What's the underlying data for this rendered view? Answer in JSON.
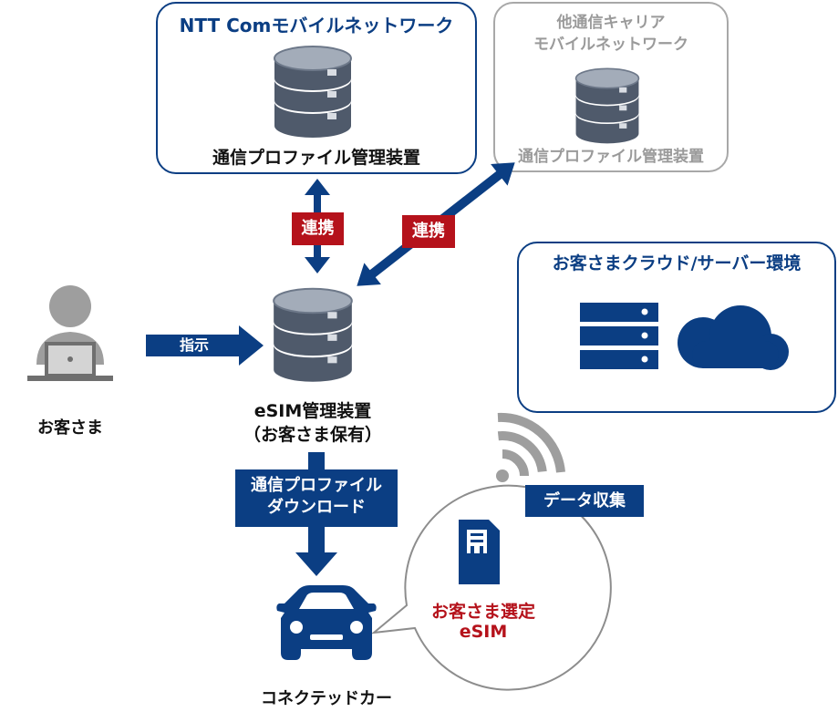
{
  "colors": {
    "navy": "#0b3e83",
    "db_dark": "#4f5a6b",
    "db_light": "#6d7889",
    "db_top": "#9aa4b3",
    "gray": "#8d8d8d",
    "gray_text": "#9a9a9a",
    "red": "#b5121b",
    "person": "#9e9e9e"
  },
  "ntt_network": {
    "title": "NTT Comモバイルネットワーク",
    "device_label": "通信プロファイル管理装置",
    "icon": "database-icon"
  },
  "other_carrier": {
    "title_line1": "他通信キャリア",
    "title_line2": "モバイルネットワーク",
    "device_label": "通信プロファイル管理装置",
    "icon": "database-icon"
  },
  "links": {
    "ntt_link_label": "連携",
    "carrier_link_label": "連携"
  },
  "customer_cloud": {
    "title": "お客さまクラウド/サーバー環境",
    "icons": [
      "server-icon",
      "cloud-icon"
    ]
  },
  "customer": {
    "label": "お客さま",
    "icon": "user-laptop-icon",
    "instruction_label": "指示"
  },
  "esim_manager": {
    "label_line1": "eSIM管理装置",
    "label_line2": "（お客さま保有）",
    "icon": "database-icon"
  },
  "download": {
    "label_line1": "通信プロファイル",
    "label_line2": "ダウンロード"
  },
  "data_collection": {
    "label": "データ収集",
    "icon": "wifi-signal-icon"
  },
  "esim_bubble": {
    "label_line1": "お客さま選定",
    "label_line2": "eSIM",
    "icon": "sim-card-icon"
  },
  "car": {
    "label": "コネクテッドカー",
    "icon": "car-icon"
  }
}
